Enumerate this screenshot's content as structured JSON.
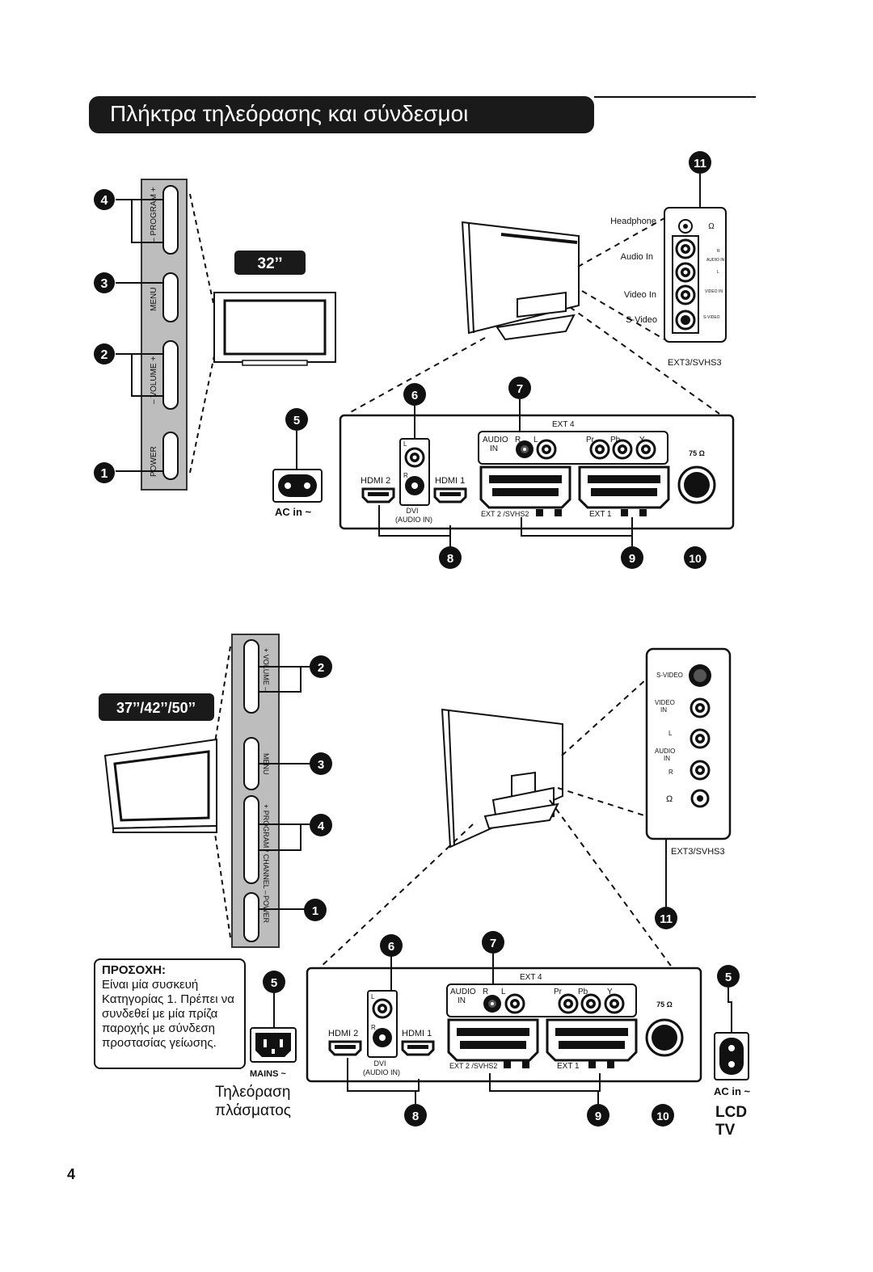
{
  "header": {
    "title": "Πλήκτρα τηλεόρασης και σύνδεσμοι"
  },
  "size_32": "32’’",
  "size_large": "37’’/42’’/50’’",
  "side_panel_32": {
    "program": "– PROGRAM +",
    "menu": "MENU",
    "volume": "– VOLUME +",
    "power": "POWER"
  },
  "side_panel_large": {
    "volume": "+ VOLUME –",
    "menu": "MENU",
    "program": "+ PROGRAM / CHANNEL –",
    "power": "POWER"
  },
  "side_jacks_32": {
    "headphone": "Headphone",
    "audio_in": "Audio In",
    "video_in": "Video In",
    "svideo": "S-Video",
    "audio_small": "AUDIO IN",
    "video_small": "VIDEO IN",
    "svideo_small": "S-VIDEO",
    "r": "R",
    "l": "L",
    "caption": "EXT3/SVHS3"
  },
  "side_jacks_large": {
    "svideo": "S-VIDEO",
    "video": "VIDEO",
    "video_in": "IN",
    "l": "L",
    "audio": "AUDIO",
    "audio_in": "IN",
    "r": "R",
    "caption": "EXT3/SVHS3"
  },
  "rear_panel": {
    "ext4": "EXT 4",
    "audio": "AUDIO",
    "in": "IN",
    "r": "R",
    "l": "L",
    "pr": "Pr",
    "pb": "Pb",
    "y": "Y",
    "hdmi2": "HDMI 2",
    "hdmi1": "HDMI 1",
    "dvi": "DVI",
    "audio_in": "(AUDIO IN)",
    "ext2": "EXT 2 /SVHS2",
    "ext1": "EXT 1",
    "ohm": "75 Ω",
    "dvi_l": "L",
    "dvi_r": "R"
  },
  "ac_in": "AC in ~",
  "mains": "MAINS ~",
  "callouts": [
    "1",
    "2",
    "3",
    "4",
    "5",
    "6",
    "7",
    "8",
    "9",
    "10",
    "11"
  ],
  "caution": {
    "heading": "ΠΡΟΣΟΧΗ:",
    "text": "Είναι μία συσκευή Κατηγορίας 1. Πρέπει να συνδεθεί με μία πρίζα παροχής με σύνδεση προστασίας γείωσης."
  },
  "plasma_label": "Τηλεόραση πλάσματος",
  "lcd_label": "LCD TV",
  "page_number": "4"
}
